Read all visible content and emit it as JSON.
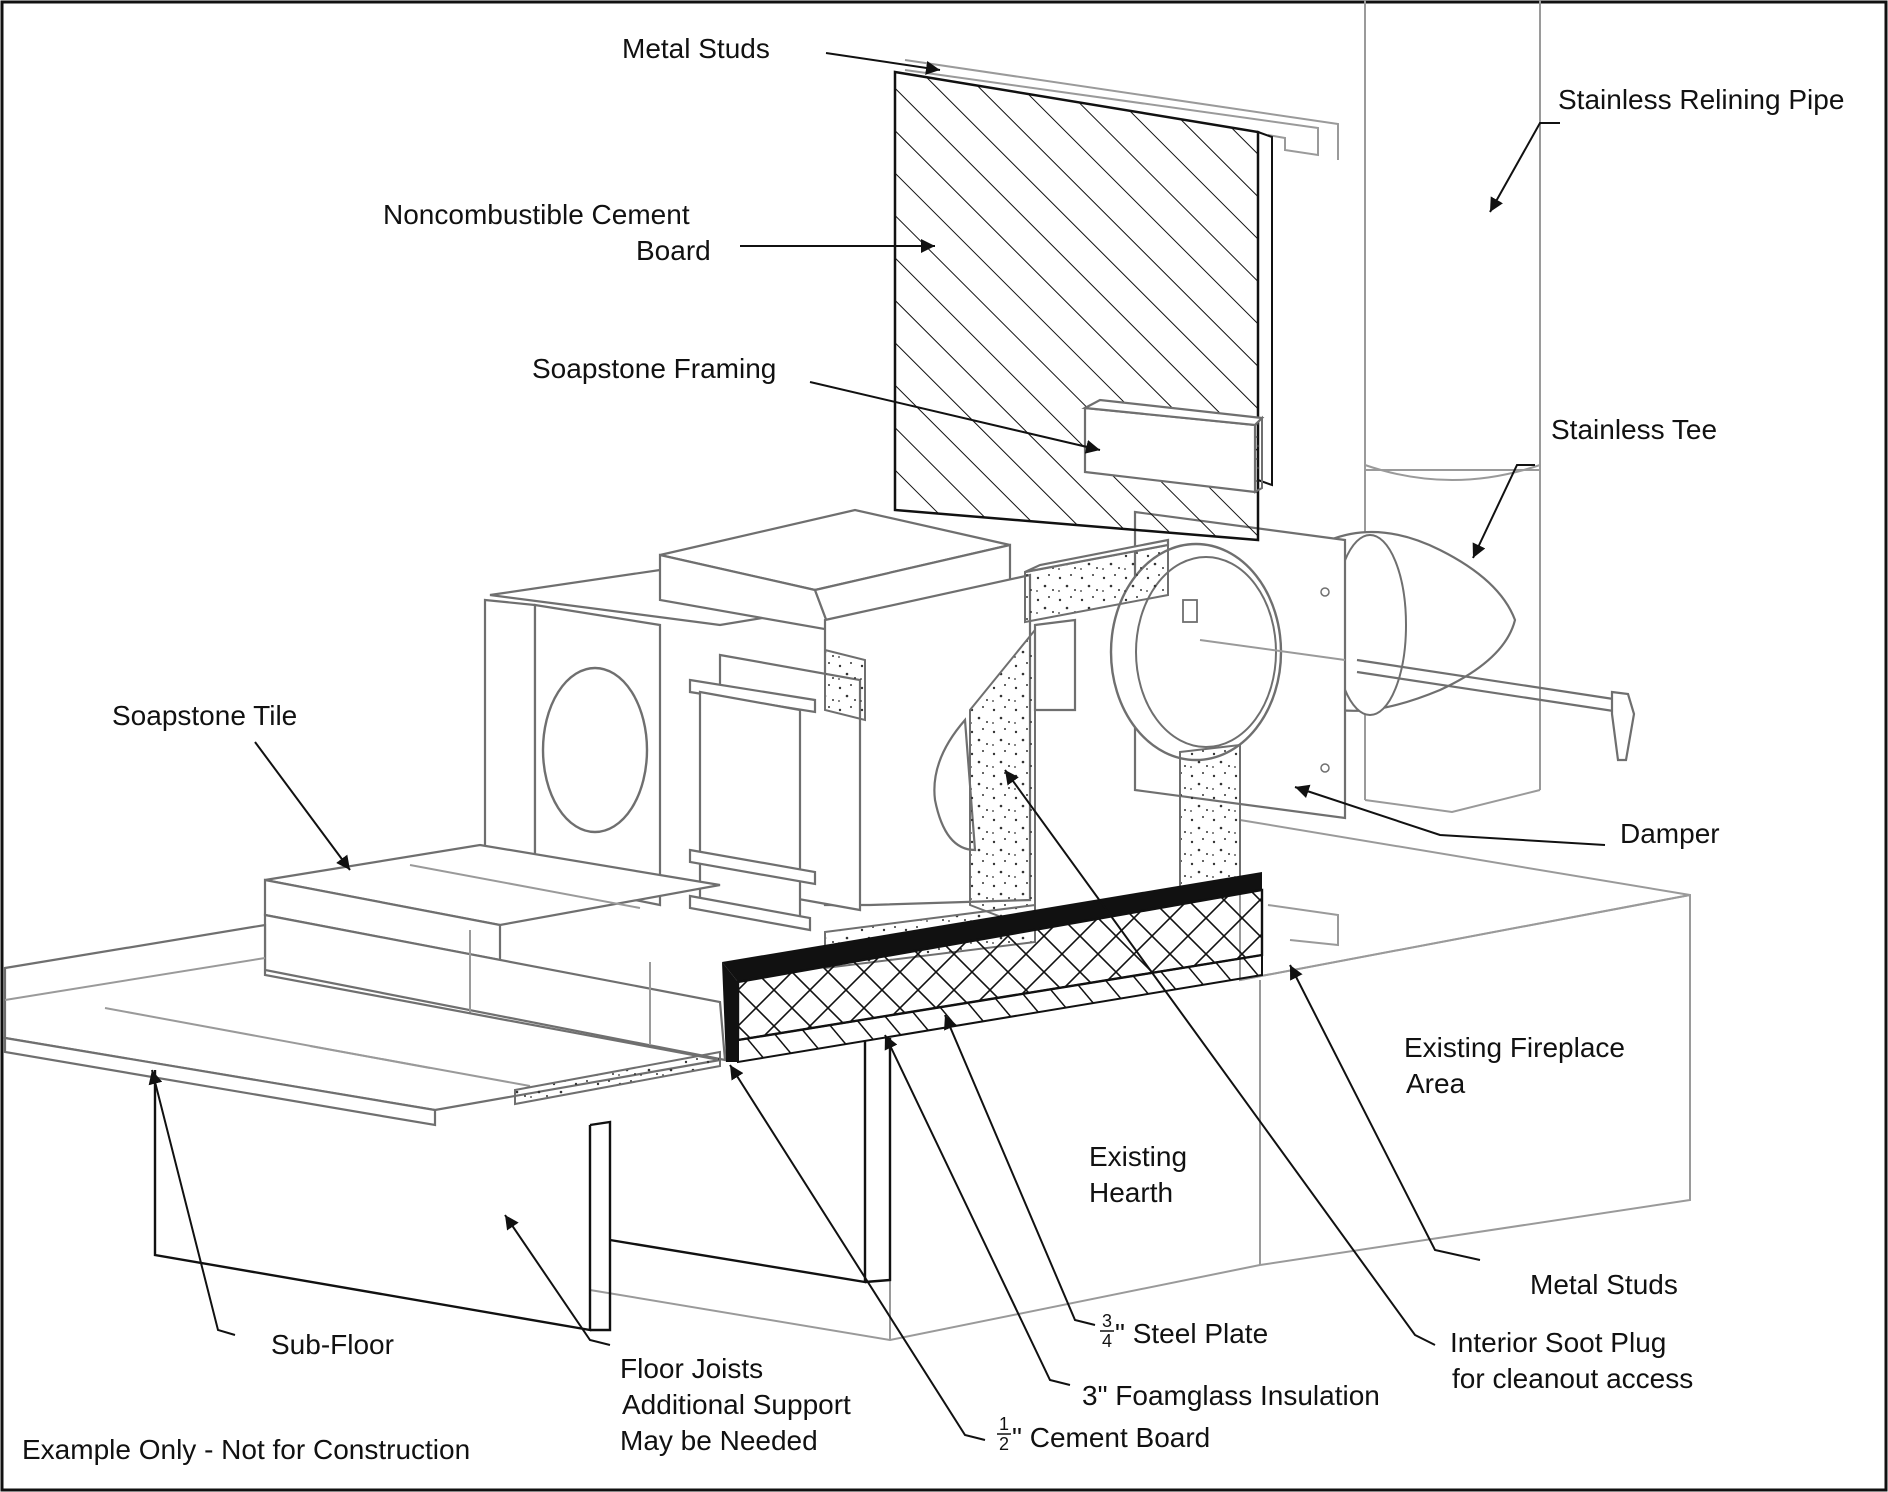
{
  "labels": {
    "metal_studs_top": "Metal Studs",
    "cement_board_1": "Noncombustible Cement",
    "cement_board_2": "Board",
    "soapstone_framing": "Soapstone Framing",
    "stainless_relining_pipe": "Stainless Relining Pipe",
    "stainless_tee": "Stainless Tee",
    "soapstone_tile": "Soapstone Tile",
    "damper": "Damper",
    "existing_fireplace_1": "Existing  Fireplace",
    "existing_fireplace_2": "Area",
    "existing_hearth_1": "Existing",
    "existing_hearth_2": "Hearth",
    "metal_studs_bottom": "Metal Studs",
    "sub_floor": "Sub-Floor",
    "floor_joists_1": "Floor Joists",
    "floor_joists_2": "Additional Support",
    "floor_joists_3": "May be Needed",
    "steel_plate_num": "3",
    "steel_plate_den": "4",
    "steel_plate_text": "\" Steel Plate",
    "foamglass": "3\" Foamglass Insulation",
    "cement_half_num": "1",
    "cement_half_den": "2",
    "cement_half_text": "\" Cement Board",
    "soot_plug_1": "Interior Soot Plug",
    "soot_plug_2": "for cleanout access",
    "disclaimer": "Example Only - Not for Construction"
  }
}
